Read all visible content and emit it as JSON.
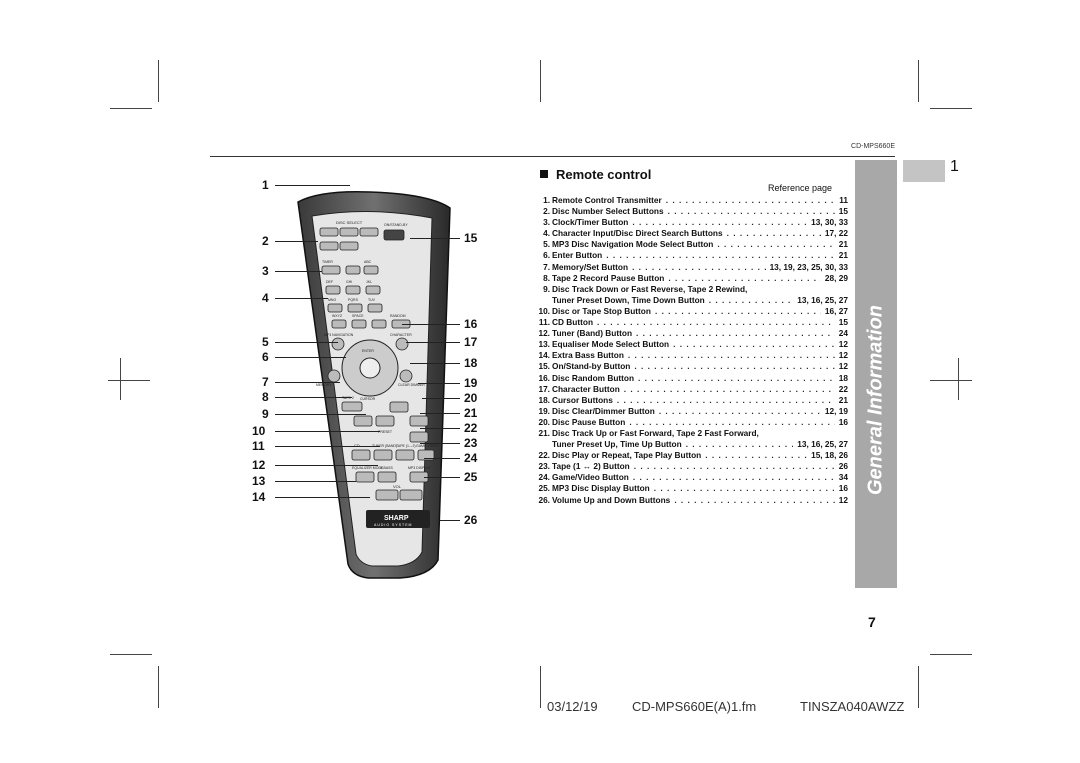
{
  "header": {
    "model_tag": "CD-MPS660E"
  },
  "side": {
    "title": "General Information",
    "chapter_number": "1",
    "page_number": "7"
  },
  "section": {
    "title": "Remote control",
    "reference_heading": "Reference page"
  },
  "items": [
    {
      "num": "1.",
      "label": "Remote Control Transmitter",
      "ref": "11"
    },
    {
      "num": "2.",
      "label": "Disc Number Select Buttons",
      "ref": "15"
    },
    {
      "num": "3.",
      "label": "Clock/Timer Button",
      "ref": "13, 30, 33"
    },
    {
      "num": "4.",
      "label": "Character Input/Disc Direct Search Buttons",
      "ref": "17, 22"
    },
    {
      "num": "5.",
      "label": "MP3 Disc Navigation Mode Select Button",
      "ref": "21"
    },
    {
      "num": "6.",
      "label": "Enter Button",
      "ref": "21"
    },
    {
      "num": "7.",
      "label": "Memory/Set Button",
      "ref": "13, 19, 23, 25, 30, 33"
    },
    {
      "num": "8.",
      "label": "Tape 2 Record Pause Button",
      "ref": "28, 29"
    },
    {
      "num": "9.",
      "label": "Disc Track Down or Fast Reverse, Tape 2 Rewind,",
      "label2": "Tuner Preset Down, Time Down Button",
      "ref": "13, 16, 25, 27"
    },
    {
      "num": "10.",
      "label": "Disc or Tape Stop Button",
      "ref": "16, 27"
    },
    {
      "num": "11.",
      "label": "CD Button",
      "ref": "15"
    },
    {
      "num": "12.",
      "label": "Tuner (Band) Button",
      "ref": "24"
    },
    {
      "num": "13.",
      "label": "Equaliser Mode Select Button",
      "ref": "12"
    },
    {
      "num": "14.",
      "label": "Extra Bass Button",
      "ref": "12"
    },
    {
      "num": "15.",
      "label": "On/Stand-by Button",
      "ref": "12"
    },
    {
      "num": "16.",
      "label": "Disc Random Button",
      "ref": "18"
    },
    {
      "num": "17.",
      "label": "Character Button",
      "ref": "22"
    },
    {
      "num": "18.",
      "label": "Cursor Buttons",
      "ref": "21"
    },
    {
      "num": "19.",
      "label": "Disc Clear/Dimmer Button",
      "ref": "12, 19"
    },
    {
      "num": "20.",
      "label": "Disc Pause Button",
      "ref": "16"
    },
    {
      "num": "21.",
      "label": "Disc Track Up or Fast Forward, Tape 2 Fast Forward,",
      "label2": "Tuner Preset Up, Time Up Button",
      "ref": "13, 16, 25, 27"
    },
    {
      "num": "22.",
      "label": "Disc Play or Repeat, Tape Play Button",
      "ref": "15, 18, 26"
    },
    {
      "num": "23.",
      "label": "Tape (1 ↔ 2) Button",
      "ref": "26"
    },
    {
      "num": "24.",
      "label": "Game/Video Button",
      "ref": "34"
    },
    {
      "num": "25.",
      "label": "MP3 Disc Display Button",
      "ref": "16"
    },
    {
      "num": "26.",
      "label": "Volume Up and Down Buttons",
      "ref": "12"
    }
  ],
  "remote": {
    "left_callouts": [
      "1",
      "2",
      "3",
      "4",
      "5",
      "6",
      "7",
      "8",
      "9",
      "10",
      "11",
      "12",
      "13",
      "14"
    ],
    "right_callouts": [
      "15",
      "16",
      "17",
      "18",
      "19",
      "20",
      "21",
      "22",
      "23",
      "24",
      "25",
      "26"
    ],
    "labels": {
      "disc_select": "DISC SELECT",
      "on_standby": "ON/STAND-BY",
      "timer": "TIMER",
      "abc": "ABC",
      "def": "DEF",
      "ghi": "GHI",
      "jkl": "JKL",
      "mno": "MNO",
      "pqrs": "PQRS",
      "tuv": "TUV",
      "wxyz": "WXYZ",
      "space": "SPACE",
      "random": "RANDOM",
      "mp3_navigation": "MP3 NAVIGATION",
      "character": "CHARACTER",
      "enter": "ENTER",
      "memory": "MEMORY",
      "clear_dimmer": "CLEAR DIMMER",
      "cursor": "CURSOR",
      "tape2": "TAPE 2",
      "preset": "PRESET",
      "cd": "CD",
      "tuner_band": "TUNER (BAND)",
      "tape": "TAPE (1↔2)",
      "game_video": "GAME VIDEO",
      "equalizer_mode": "EQUALIZER MODE",
      "x_bass": "X-BASS",
      "mp3_display": "MP3 DISPLAY",
      "vol": "VOL",
      "brand": "SHARP",
      "audio_system": "AUDIO SYSTEM"
    }
  },
  "footer": {
    "date": "03/12/19",
    "file": "CD-MPS660E(A)1.fm",
    "code": "TINSZA040AWZZ"
  }
}
